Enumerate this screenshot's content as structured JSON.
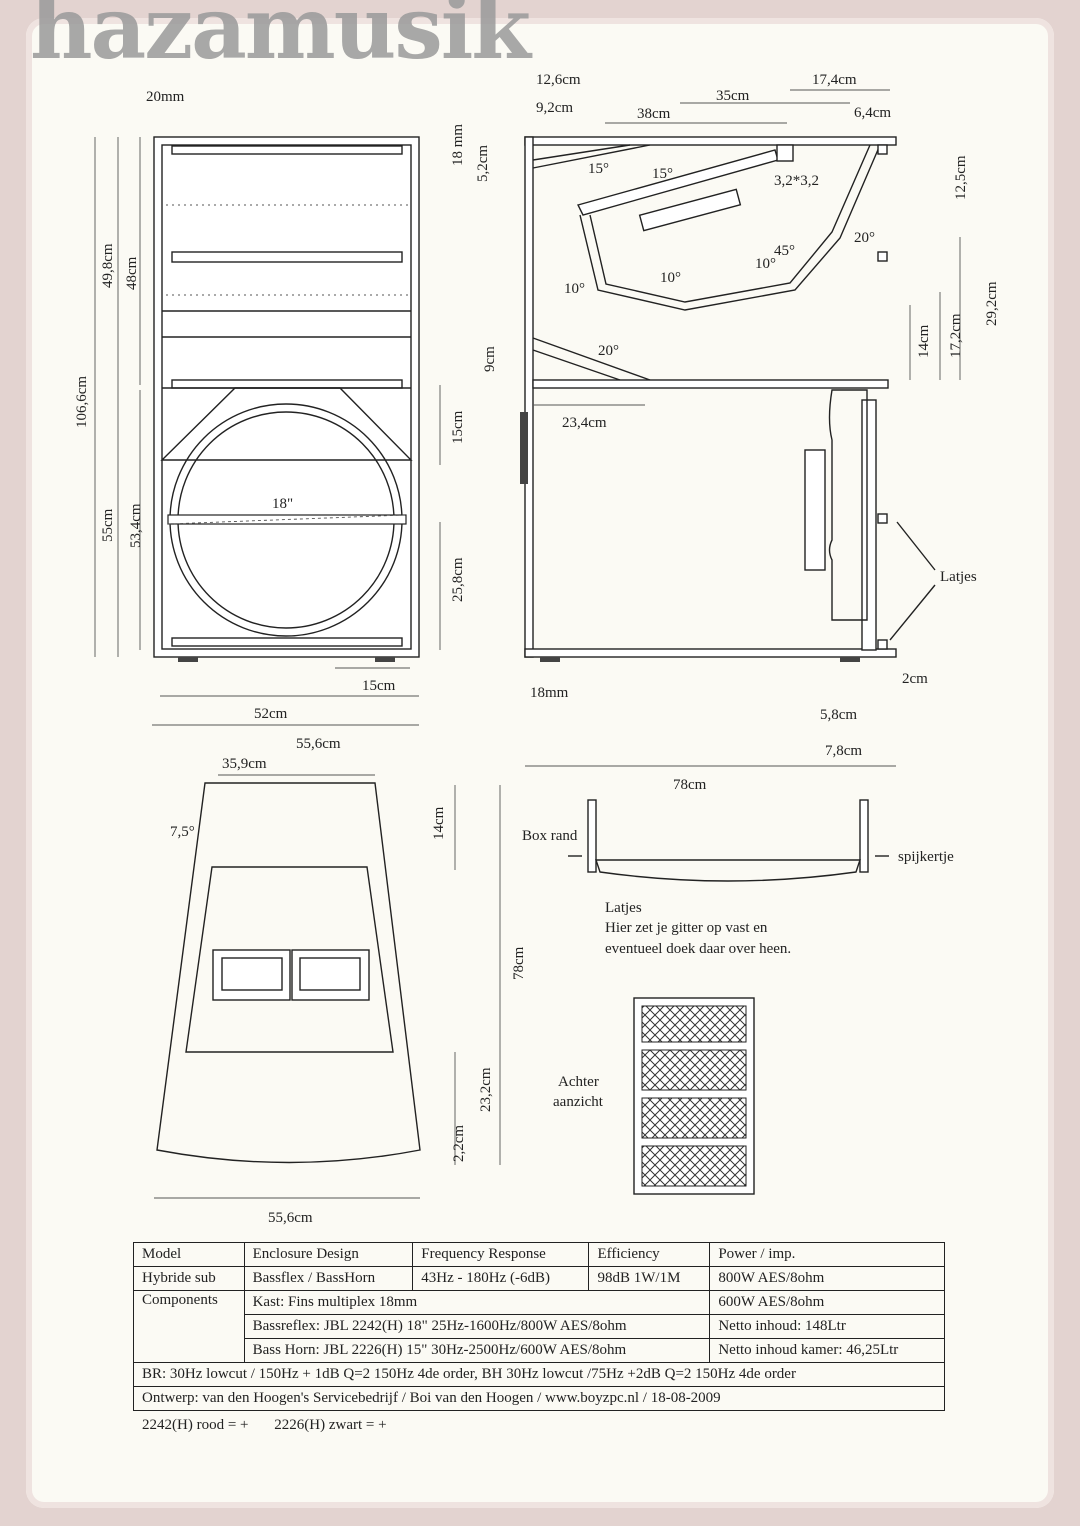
{
  "watermark": "hazamusik",
  "front_view": {
    "labels": {
      "d20mm": "20mm",
      "d18mm": "18 mm",
      "d5_2": "5,2cm",
      "d49_8": "49,8cm",
      "d48": "48cm",
      "d106_6": "106,6cm",
      "d55": "55cm",
      "d53_4": "53,4cm",
      "d9": "9cm",
      "d15v": "15cm",
      "d25_8": "25,8cm",
      "driver": "18\"",
      "d15h": "15cm",
      "d52": "52cm",
      "d55_6": "55,6cm"
    }
  },
  "side_view": {
    "labels": {
      "d12_6": "12,6cm",
      "d9_2": "9,2cm",
      "d38": "38cm",
      "d35": "35cm",
      "d17_4": "17,4cm",
      "d6_4": "6,4cm",
      "a15a": "15°",
      "a15b": "15°",
      "block": "3,2*3,2",
      "d12_5": "12,5cm",
      "a20a": "20°",
      "a45": "45°",
      "a10a": "10°",
      "a10b": "10°",
      "a10c": "10°",
      "a20b": "20°",
      "d14": "14cm",
      "d17_2": "17,2cm",
      "d29_2": "29,2cm",
      "d23_4": "23,4cm",
      "latjes": "Latjes",
      "d18mm": "18mm",
      "d2": "2cm",
      "d5_8": "5,8cm",
      "d7_8": "7,8cm",
      "d78": "78cm"
    }
  },
  "top_view": {
    "labels": {
      "d35_9": "35,9cm",
      "a7_5": "7,5°",
      "d14": "14cm",
      "d78": "78cm",
      "d23_2": "23,2cm",
      "d2_2": "2,2cm",
      "d55_6": "55,6cm"
    }
  },
  "detail": {
    "box_rand": "Box rand",
    "spijkertje": "spijkertje",
    "title": "Latjes",
    "line1": "Hier zet je gitter op vast en",
    "line2": "eventueel doek daar over heen."
  },
  "rear": {
    "line1": "Achter",
    "line2": "aanzicht"
  },
  "spec_table": {
    "headers": [
      "Model",
      "Enclosure Design",
      "Frequency Response",
      "Efficiency",
      "Power / imp."
    ],
    "row1": [
      "Hybride sub",
      "Bassflex / BassHorn",
      "43Hz - 180Hz (-6dB)",
      "98dB 1W/1M",
      "800W AES/8ohm"
    ],
    "components_label": "Components",
    "kast": "Kast: Fins multiplex 18mm",
    "power2": "600W AES/8ohm",
    "bassreflex": "Bassreflex: JBL 2242(H) 18\" 25Hz-1600Hz/800W AES/8ohm",
    "netto1": "Netto inhoud: 148Ltr",
    "basshorn": "Bass Horn: JBL 2226(H) 15\" 30Hz-2500Hz/600W AES/8ohm",
    "netto2": "Netto inhoud kamer: 46,25Ltr",
    "filter": "BR: 30Hz lowcut / 150Hz + 1dB Q=2 150Hz 4de order, BH 30Hz lowcut /75Hz +2dB Q=2 150Hz 4de order",
    "credits": "Ontwerp: van den Hoogen's Servicebedrijf / Boi van den Hoogen / www.boyzpc.nl / 18-08-2009"
  },
  "notes": [
    "2242(H) rood = +",
    "2226(H) zwart = +"
  ]
}
